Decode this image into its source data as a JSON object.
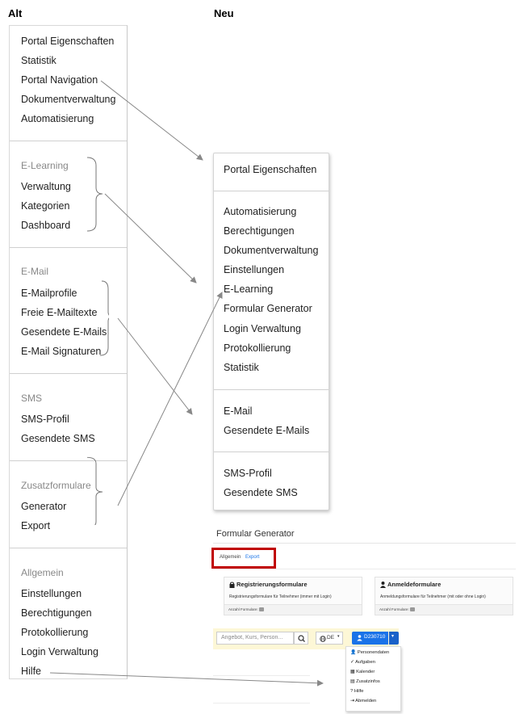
{
  "headings": {
    "alt": "Alt",
    "neu": "Neu"
  },
  "old_menu": {
    "top_items": [
      "Portal Eigenschaften",
      "Statistik",
      "Portal Navigation",
      "Dokumentverwaltung",
      "Automatisierung"
    ],
    "elearning": {
      "header": "E-Learning",
      "items": [
        "Verwaltung",
        "Kategorien",
        "Dashboard"
      ]
    },
    "email": {
      "header": "E-Mail",
      "items": [
        "E-Mailprofile",
        "Freie E-Mailtexte",
        "Gesendete E-Mails",
        "E-Mail Signaturen"
      ]
    },
    "sms": {
      "header": "SMS",
      "items": [
        "SMS-Profil",
        "Gesendete SMS"
      ]
    },
    "zusatz": {
      "header": "Zusatzformulare",
      "items": [
        "Generator",
        "Export"
      ]
    },
    "allgemein": {
      "header": "Allgemein",
      "items": [
        "Einstellungen",
        "Berechtigungen",
        "Protokollierung",
        "Login Verwaltung",
        "Hilfe"
      ]
    }
  },
  "new_menu": {
    "group1": [
      "Portal Eigenschaften"
    ],
    "group2": [
      "Automatisierung",
      "Berechtigungen",
      "Dokumentverwaltung",
      "Einstellungen",
      "E-Learning",
      "Formular Generator",
      "Login Verwaltung",
      "Protokollierung",
      "Statistik"
    ],
    "group3": [
      "E-Mail",
      "Gesendete E-Mails"
    ],
    "group4": [
      "SMS-Profil",
      "Gesendete SMS"
    ]
  },
  "form_generator": {
    "title": "Formular Generator",
    "tabs": [
      "Allgemein",
      "Export"
    ],
    "cards": [
      {
        "title": "Registrierungsformulare",
        "desc": "Registrierungsformulare für Teilnehmer (immer mit Login)",
        "footer": "Anzahl Formulare:",
        "icon": "lock-icon"
      },
      {
        "title": "Anmeldeformulare",
        "desc": "Anmeldungsformulare für Teilnehmer (mit oder ohne Login)",
        "footer": "Anzahl Formulare:",
        "icon": "user-icon"
      }
    ]
  },
  "toolbar": {
    "search_placeholder": "Angebot, Kurs, Person...",
    "lang_label": "DE",
    "user_label": "D230710",
    "accent": "#1a73e8"
  },
  "user_dropdown": [
    "Personendaten",
    "Aufgaben",
    "Kalender",
    "Zusatzinfos",
    "Hilfe",
    "Abmelden"
  ],
  "colors": {
    "highlight_box": "#c00000",
    "arrow": "#888888"
  }
}
